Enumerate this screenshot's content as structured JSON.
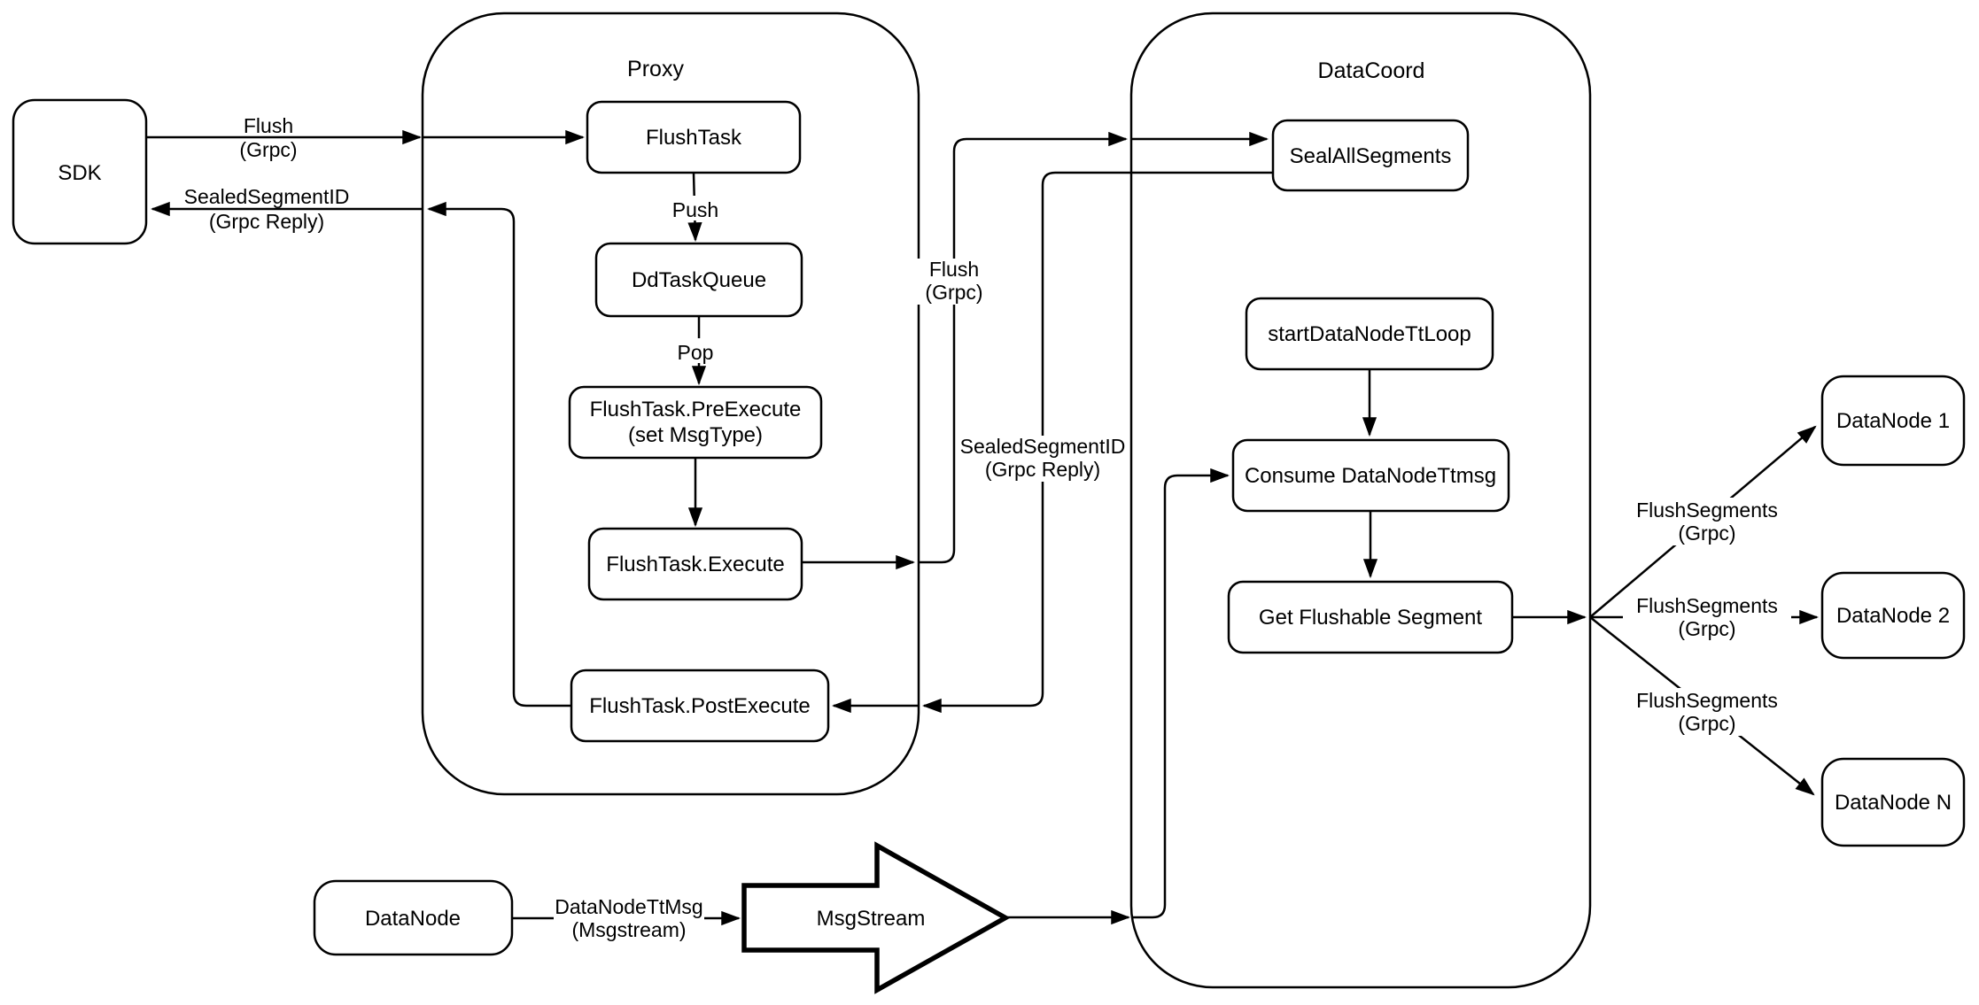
{
  "colors": {
    "stroke": "#000000",
    "background": "#ffffff"
  },
  "containers": {
    "proxy": {
      "label": "Proxy"
    },
    "datacoord": {
      "label": "DataCoord"
    }
  },
  "nodes": {
    "sdk": {
      "label": "SDK"
    },
    "flushtask": {
      "label": "FlushTask"
    },
    "ddtaskqueue": {
      "label": "DdTaskQueue"
    },
    "preexecute": {
      "label": "FlushTask.PreExecute",
      "sublabel": "(set MsgType)"
    },
    "execute": {
      "label": "FlushTask.Execute"
    },
    "postexecute": {
      "label": "FlushTask.PostExecute"
    },
    "sealallsegments": {
      "label": "SealAllSegments"
    },
    "startdatanodettloop": {
      "label": "startDataNodeTtLoop"
    },
    "consumedatanodettmsg": {
      "label": "Consume DataNodeTtmsg"
    },
    "getflushablesegment": {
      "label": "Get Flushable Segment"
    },
    "datanode1": {
      "label": "DataNode 1"
    },
    "datanode2": {
      "label": "DataNode 2"
    },
    "datanoden": {
      "label": "DataNode N"
    },
    "datanode": {
      "label": "DataNode"
    },
    "msgstream": {
      "label": "MsgStream"
    }
  },
  "edge_labels": {
    "sdk_flush": {
      "line1": "Flush",
      "line2": "(Grpc)"
    },
    "sdk_reply": {
      "line1": "SealedSegmentID",
      "line2": "(Grpc Reply)"
    },
    "push": {
      "text": "Push"
    },
    "pop": {
      "text": "Pop"
    },
    "coord_flush": {
      "line1": "Flush",
      "line2": "(Grpc)"
    },
    "coord_reply": {
      "line1": "SealedSegmentID",
      "line2": "(Grpc Reply)"
    },
    "flushsegments1": {
      "line1": "FlushSegments",
      "line2": "(Grpc)"
    },
    "flushsegments2": {
      "line1": "FlushSegments",
      "line2": "(Grpc)"
    },
    "flushsegments3": {
      "line1": "FlushSegments",
      "line2": "(Grpc)"
    },
    "datanodettmsg": {
      "line1": "DataNodeTtMsg",
      "line2": "(Msgstream)"
    }
  }
}
